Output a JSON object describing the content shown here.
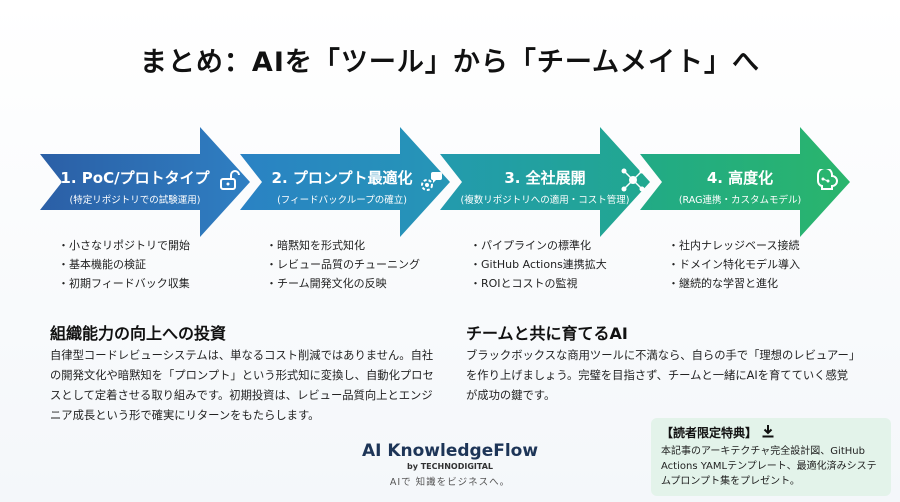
{
  "title": "まとめ：AIを「ツール」から「チームメイト」へ",
  "stages": [
    {
      "name": "1. PoC/プロトタイプ",
      "sub": "(特定リポジトリでの試験運用)",
      "icon": "unlock-icon",
      "color_from": "#2b5fa6",
      "color_to": "#2f7fc2",
      "bullets": [
        "小さなリポジトリで開始",
        "基本機能の検証",
        "初期フィードバック収集"
      ]
    },
    {
      "name": "2. プロンプト最適化",
      "sub": "(フィードバックループの確立)",
      "icon": "gear-chat-icon",
      "color_from": "#2a82c4",
      "color_to": "#2596b6",
      "bullets": [
        "暗黙知を形式知化",
        "レビュー品質のチューニング",
        "チーム開発文化の反映"
      ]
    },
    {
      "name": "3. 全社展開",
      "sub": "(複数リポジトリへの適用・コスト管理)",
      "icon": "network-icon",
      "color_from": "#239aae",
      "color_to": "#21a88f",
      "bullets": [
        "パイプラインの標準化",
        "GitHub Actions連携拡大",
        "ROIとコストの監視"
      ]
    },
    {
      "name": "4. 高度化",
      "sub": "(RAG連携・カスタムモデル)",
      "icon": "ai-brain-icon",
      "color_from": "#21aa86",
      "color_to": "#2ab56c",
      "bullets": [
        "社内ナレッジベース接続",
        "ドメイン特化モデル導入",
        "継続的な学習と進化"
      ]
    }
  ],
  "left_section": {
    "heading": "組織能力の向上への投資",
    "body": "自律型コードレビューシステムは、単なるコスト削減ではありません。自社の開発文化や暗黙知を「プロンプト」という形式知に変換し、自動化プロセスとして定着させる取り組みです。初期投資は、レビュー品質向上とエンジニア成長という形で確実にリターンをもたらします。"
  },
  "right_section": {
    "heading": "チームと共に育てるAI",
    "body": "ブラックボックスな商用ツールに不満なら、自らの手で「理想のレビュアー」を作り上げましょう。完璧を目指さず、チームと一緒にAIを育てていく感覚が成功の鍵です。"
  },
  "brand": {
    "name": "AI KnowledgeFlow",
    "by": "by TECHNODIGITAL",
    "tagline": "AIで 知識をビジネスへ。"
  },
  "bonus": {
    "heading": "【読者限定特典】",
    "icon": "download-icon",
    "body": "本記事のアーキテクチャ完全設計図、GitHub Actions YAMLテンプレート、最適化済みシステムプロンプト集をプレゼント。",
    "bg_color": "#e3f3ea"
  }
}
